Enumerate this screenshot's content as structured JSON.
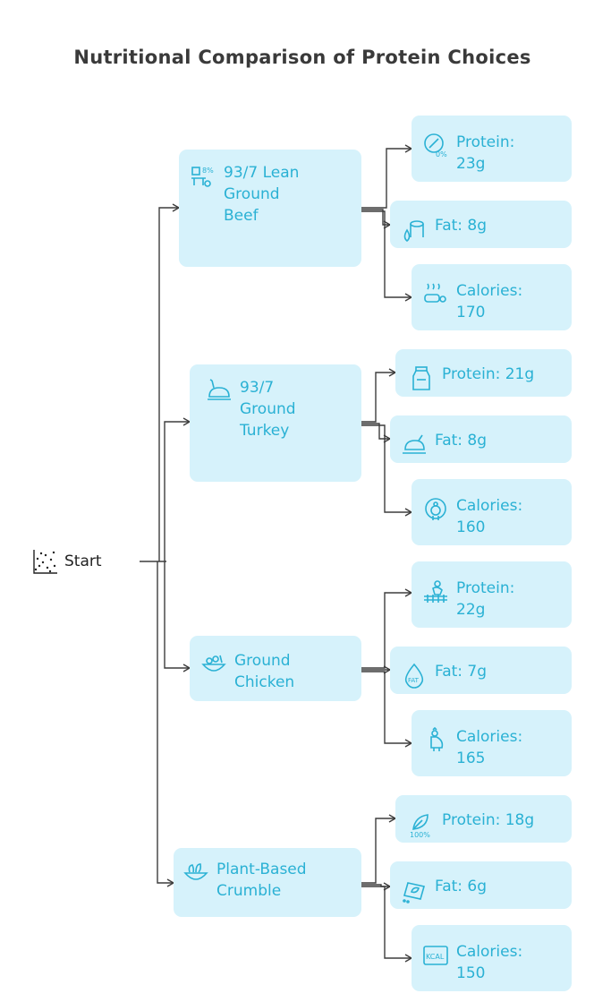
{
  "title": "Nutritional Comparison of Protein Choices",
  "start": {
    "label": "Start",
    "icon": "scatter-dots-icon"
  },
  "proteins": [
    {
      "label": "93/7 Lean\nGround\nBeef",
      "icon": "meat-scale-icon",
      "details": [
        {
          "label": "Protein:\n23g",
          "icon": "zero-percent-leaf-icon"
        },
        {
          "label": "Fat: 8g",
          "icon": "oil-drop-jar-icon"
        },
        {
          "label": "Calories:\n170",
          "icon": "steaming-pan-icon"
        }
      ]
    },
    {
      "label": "93/7\nGround\nTurkey",
      "icon": "roast-turkey-icon",
      "details": [
        {
          "label": "Protein: 21g",
          "icon": "milk-can-icon"
        },
        {
          "label": "Fat: 8g",
          "icon": "roast-chicken-icon"
        },
        {
          "label": "Calories:\n160",
          "icon": "turkey-icon"
        }
      ]
    },
    {
      "label": "Ground\nChicken",
      "icon": "chicken-bowl-icon",
      "details": [
        {
          "label": "Protein:\n22g",
          "icon": "chicken-fence-icon"
        },
        {
          "label": "Fat: 7g",
          "icon": "fat-drop-icon"
        },
        {
          "label": "Calories:\n165",
          "icon": "rooster-icon"
        }
      ]
    },
    {
      "label": "Plant-Based\nCrumble",
      "icon": "salad-bowl-icon",
      "details": [
        {
          "label": "Protein: 18g",
          "icon": "hundred-percent-plant-icon"
        },
        {
          "label": "Fat: 6g",
          "icon": "leaf-packet-icon"
        },
        {
          "label": "Calories:\n150",
          "icon": "kcal-icon"
        }
      ]
    }
  ]
}
